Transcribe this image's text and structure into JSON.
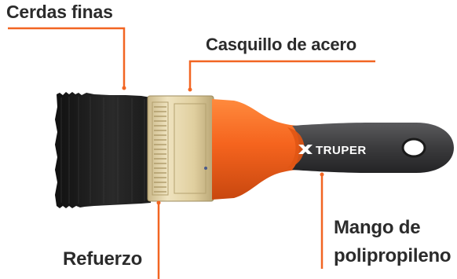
{
  "labels": {
    "cerdas": "Cerdas finas",
    "casquillo": "Casquillo de acero",
    "refuerzo": "Refuerzo",
    "mango_line1": "Mango de",
    "mango_line2": "polipropileno"
  },
  "brand": {
    "name": "TRUPER"
  },
  "colors": {
    "leader_line": "#f26522",
    "handle_orange": "#f5641e",
    "grip_gray": "#3b3b3d",
    "ferrule": "#d9c89a",
    "bristles": "#1f1f1f",
    "text": "#2b2b2b"
  }
}
